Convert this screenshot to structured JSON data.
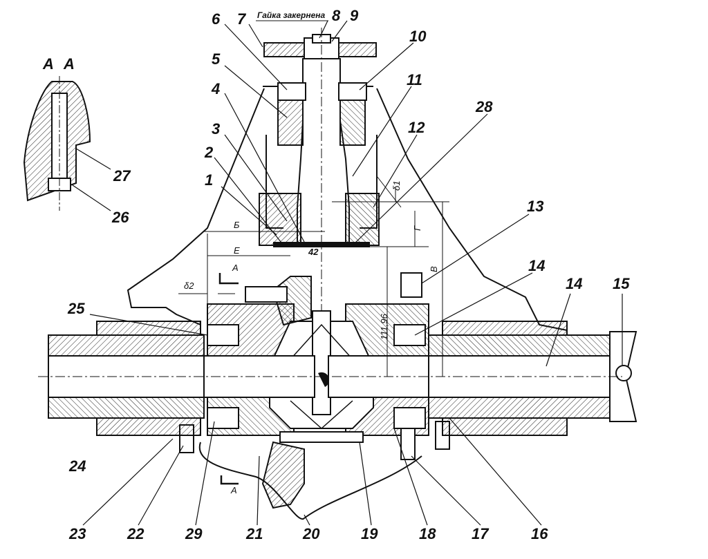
{
  "drawing": {
    "note": "Гайка закернена",
    "section_title_left": "А",
    "section_title_right": "А",
    "section_marks": [
      "А",
      "А"
    ],
    "dimensions": {
      "b": "Б",
      "e": "Е",
      "v": "В",
      "g": "Г",
      "d1": "δ1",
      "d2": "δ2",
      "val_42": "42",
      "val_111": "111,96"
    },
    "callouts": [
      "1",
      "2",
      "3",
      "4",
      "5",
      "6",
      "7",
      "8",
      "9",
      "10",
      "11",
      "12",
      "13",
      "14",
      "14",
      "15",
      "16",
      "17",
      "18",
      "19",
      "20",
      "21",
      "22",
      "23",
      "24",
      "25",
      "26",
      "27",
      "28",
      "29"
    ]
  }
}
